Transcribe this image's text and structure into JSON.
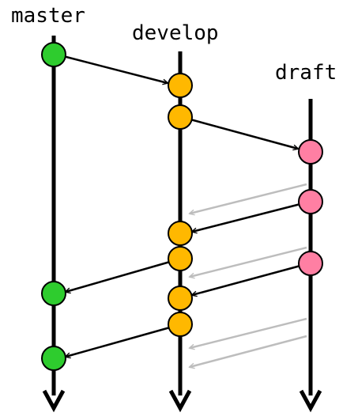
{
  "branches": {
    "master": {
      "label": "master",
      "color": "#2ecc2e"
    },
    "develop": {
      "label": "develop",
      "color": "#ffb800"
    },
    "draft": {
      "label": "draft",
      "color": "#ff7fa3"
    }
  },
  "colors": {
    "line": "#000000",
    "ghost_arrow": "#bdbdbd"
  }
}
